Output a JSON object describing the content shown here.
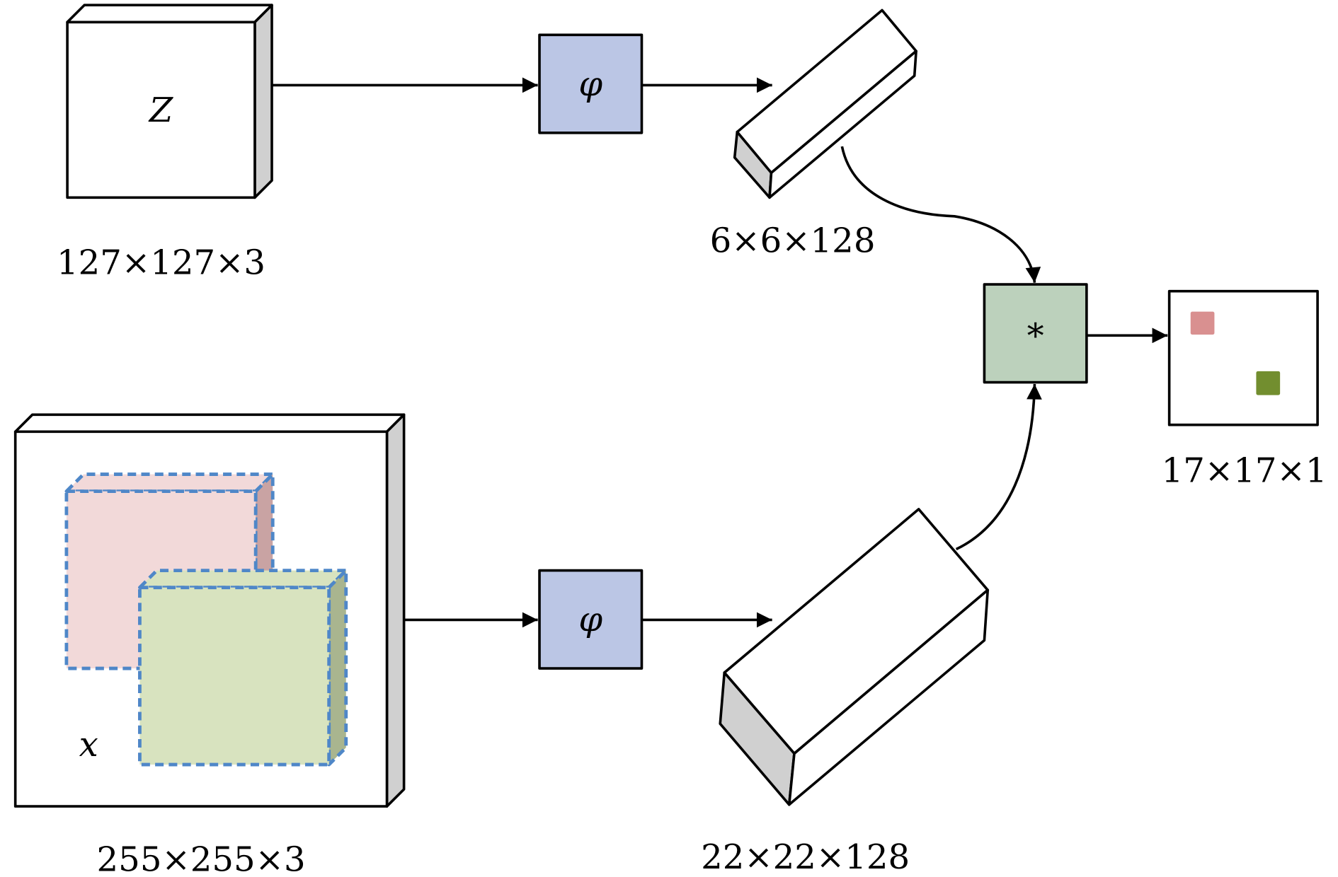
{
  "labels": {
    "z_input": "Z",
    "x_input": "x",
    "phi_top": "φ",
    "phi_bottom": "φ",
    "correlation": "*",
    "z_size": "127×127×3",
    "x_size": "255×255×3",
    "z_feature_size": "6×6×128",
    "x_feature_size": "22×22×128",
    "output_size": "17×17×1"
  },
  "colors": {
    "phi_box": "#bbc6e5",
    "corr_box": "#bcd1bc",
    "pink_region": "#f2d9d9",
    "green_region": "#d8e3bf",
    "dashed_border": "#4f87c8",
    "pink_mark": "#d99090",
    "green_mark": "#728e2f",
    "side_face": "#d0d0d0"
  }
}
